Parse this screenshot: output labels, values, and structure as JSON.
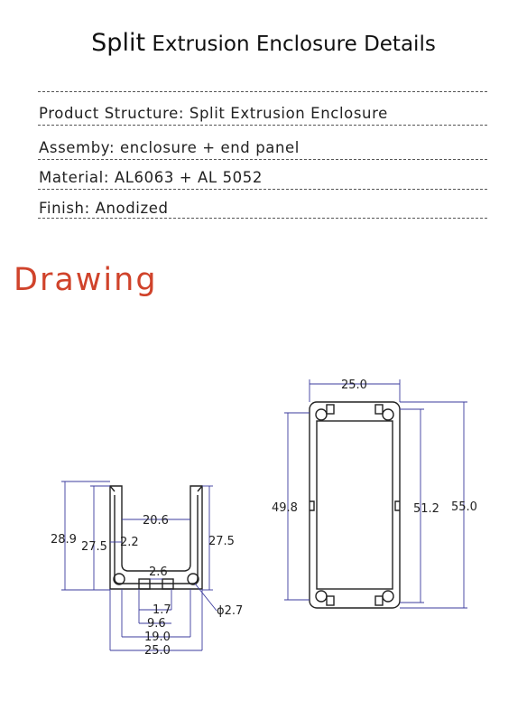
{
  "title": {
    "first_word": "Split",
    "rest": "Extrusion Enclosure Details"
  },
  "specs": [
    {
      "label": "Product Structure:",
      "value": "Split Extrusion Enclosure"
    },
    {
      "label": "Assemby:",
      "value": "enclosure + end panel"
    },
    {
      "label": "Material:",
      "value": "AL6063 + AL 5052"
    },
    {
      "label": "Finish:",
      "value": "Anodized"
    }
  ],
  "section_title": "Drawing",
  "colors": {
    "heading_accent": "#d0432b",
    "dimension_line": "#3b3b9e",
    "outline": "#222222"
  },
  "left_view_dims": {
    "overall_height": "28.9",
    "inner_height_left": "27.5",
    "wall_left": "2.2",
    "inner_width": "20.6",
    "inner_height_right": "27.5",
    "slot_width": "2.6",
    "slot_depth": "1.7",
    "bottom_inner": "9.6",
    "bottom_mid": "19.0",
    "overall_width": "25.0",
    "hole_diameter": "ϕ2.7"
  },
  "right_view_dims": {
    "width": "25.0",
    "height_left": "49.8",
    "height_inner": "51.2",
    "height_overall": "55.0"
  }
}
